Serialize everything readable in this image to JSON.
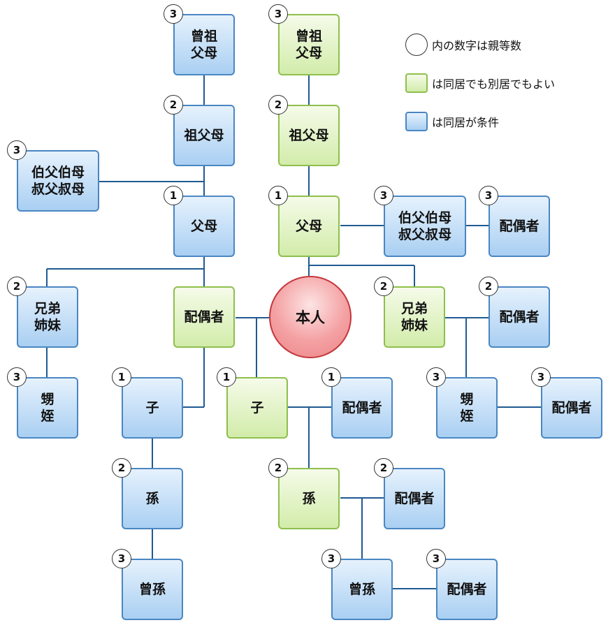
{
  "self_label": "本人",
  "nodes": [
    {
      "id": "ggp-pat",
      "label": "曾祖\n父母",
      "degree": "3",
      "color": "blue"
    },
    {
      "id": "ggp-mat",
      "label": "曾祖\n父母",
      "degree": "3",
      "color": "green"
    },
    {
      "id": "gp-pat",
      "label": "祖父母",
      "degree": "2",
      "color": "blue"
    },
    {
      "id": "gp-mat",
      "label": "祖父母",
      "degree": "2",
      "color": "green"
    },
    {
      "id": "auntuncle-left",
      "label": "伯父伯母\n叔父叔母",
      "degree": "3",
      "color": "blue"
    },
    {
      "id": "parents-left",
      "label": "父母",
      "degree": "1",
      "color": "blue"
    },
    {
      "id": "parents-right",
      "label": "父母",
      "degree": "1",
      "color": "green"
    },
    {
      "id": "auntuncle-right",
      "label": "伯父伯母\n叔父叔母",
      "degree": "3",
      "color": "blue"
    },
    {
      "id": "auntuncle-right-spouse",
      "label": "配偶者",
      "degree": "3",
      "color": "blue"
    },
    {
      "id": "siblings-left",
      "label": "兄弟\n姉妹",
      "degree": "2",
      "color": "blue"
    },
    {
      "id": "spouse",
      "label": "配偶者",
      "degree": "",
      "color": "green"
    },
    {
      "id": "siblings-right",
      "label": "兄弟\n姉妹",
      "degree": "2",
      "color": "green"
    },
    {
      "id": "siblings-right-spouse",
      "label": "配偶者",
      "degree": "2",
      "color": "blue"
    },
    {
      "id": "nephew-left",
      "label": "甥\n姪",
      "degree": "3",
      "color": "blue"
    },
    {
      "id": "child-left",
      "label": "子",
      "degree": "1",
      "color": "blue"
    },
    {
      "id": "child-mid",
      "label": "子",
      "degree": "1",
      "color": "green"
    },
    {
      "id": "child-mid-spouse",
      "label": "配偶者",
      "degree": "1",
      "color": "blue"
    },
    {
      "id": "nephew-right",
      "label": "甥\n姪",
      "degree": "3",
      "color": "blue"
    },
    {
      "id": "nephew-right-spouse",
      "label": "配偶者",
      "degree": "3",
      "color": "blue"
    },
    {
      "id": "grandchild-left",
      "label": "孫",
      "degree": "2",
      "color": "blue"
    },
    {
      "id": "grandchild-mid",
      "label": "孫",
      "degree": "2",
      "color": "green"
    },
    {
      "id": "grandchild-mid-spouse",
      "label": "配偶者",
      "degree": "2",
      "color": "blue"
    },
    {
      "id": "greatgrandchild-left",
      "label": "曾孫",
      "degree": "3",
      "color": "blue"
    },
    {
      "id": "greatgrandchild-mid",
      "label": "曾孫",
      "degree": "3",
      "color": "blue"
    },
    {
      "id": "greatgrandchild-mid-spouse",
      "label": "配偶者",
      "degree": "3",
      "color": "blue"
    }
  ],
  "legend": {
    "circle": "内の数字は親等数",
    "green": "は同居でも別居でもよい",
    "blue": "は同居が条件"
  },
  "colors": {
    "line": "#1f5a92",
    "blue_fill": "#bcdcf7",
    "blue_border": "#4a86c2",
    "green_fill": "#e2f3c6",
    "green_border": "#8ebf4c",
    "self_fill": "#f4a1a3",
    "self_border": "#c4373b"
  }
}
